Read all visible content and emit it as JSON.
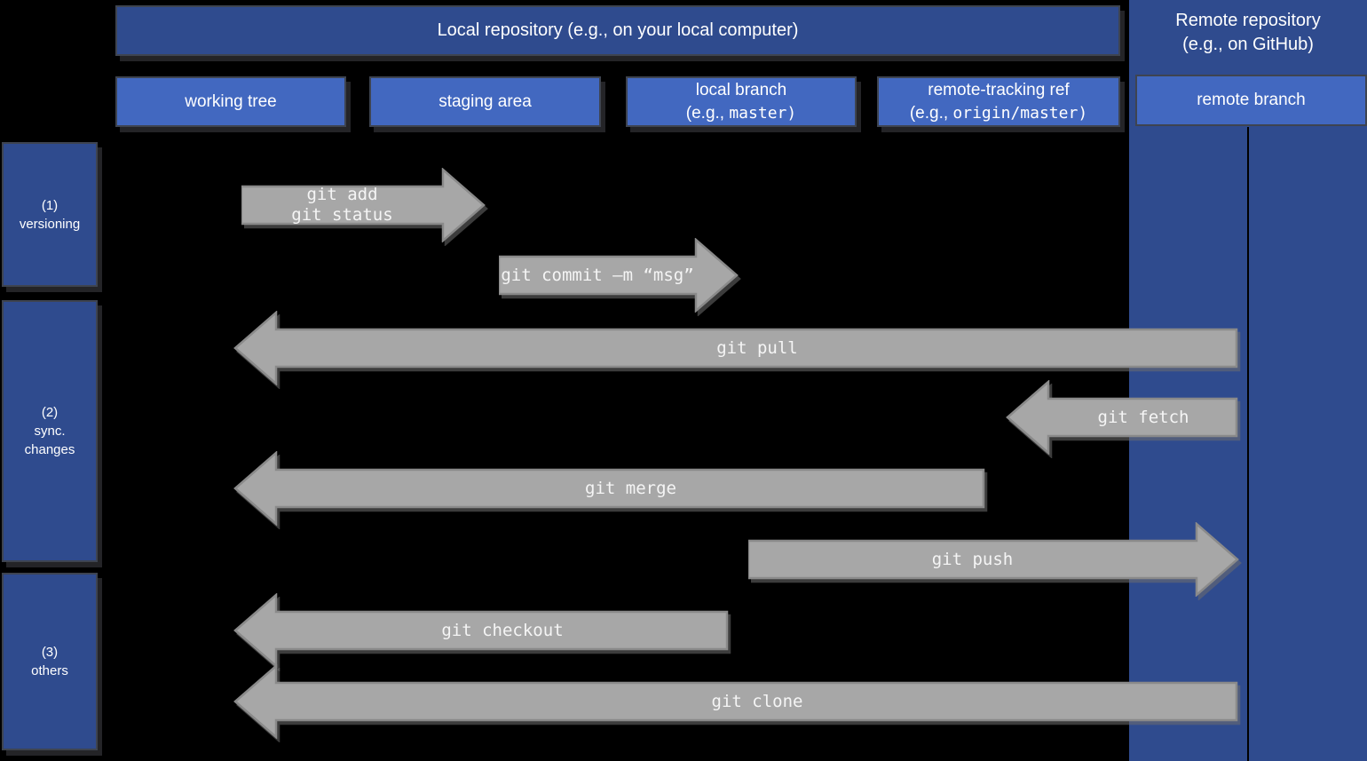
{
  "palette": {
    "background": "#000000",
    "dark_blue": "#2F4B8E",
    "light_blue": "#4268C0",
    "arrow_fill": "#A7A7A7",
    "arrow_stroke": "#8A8A8A",
    "text": "#FFFFFF"
  },
  "headers": {
    "local_repo": "Local repository (e.g., on your local computer)",
    "remote_repo": "Remote repository\n(e.g., on GitHub)"
  },
  "columns": [
    {
      "id": "working-tree",
      "label": "working tree"
    },
    {
      "id": "staging-area",
      "label": "staging area"
    },
    {
      "id": "local-branch",
      "label": "local branch",
      "eg_prefix": "(e.g., ",
      "code": "master",
      "eg_suffix": ")"
    },
    {
      "id": "remote-tracking-ref",
      "label": "remote-tracking ref",
      "eg_prefix": "(e.g., ",
      "code": "origin/master",
      "eg_suffix": ")"
    },
    {
      "id": "remote-branch",
      "label": "remote branch"
    }
  ],
  "row_groups": [
    {
      "label": "(1)\nversioning"
    },
    {
      "label": "(2)\nsync.\nchanges"
    },
    {
      "label": "(3)\nothers"
    }
  ],
  "arrows": [
    {
      "label": "git add\ngit status",
      "direction": "right",
      "from": "working tree",
      "to": "staging area"
    },
    {
      "label": "git commit –m “msg”",
      "direction": "right",
      "from": "staging area",
      "to": "local branch"
    },
    {
      "label": "git pull",
      "direction": "left",
      "from": "remote branch",
      "to": "working tree"
    },
    {
      "label": "git fetch",
      "direction": "left",
      "from": "remote branch",
      "to": "remote-tracking ref"
    },
    {
      "label": "git merge",
      "direction": "left",
      "from": "local branch",
      "to": "working tree"
    },
    {
      "label": "git push",
      "direction": "right",
      "from": "local branch",
      "to": "remote branch"
    },
    {
      "label": "git checkout",
      "direction": "left",
      "from": "local branch",
      "to": "working tree"
    },
    {
      "label": "git clone",
      "direction": "left",
      "from": "remote branch",
      "to": "working tree"
    }
  ]
}
